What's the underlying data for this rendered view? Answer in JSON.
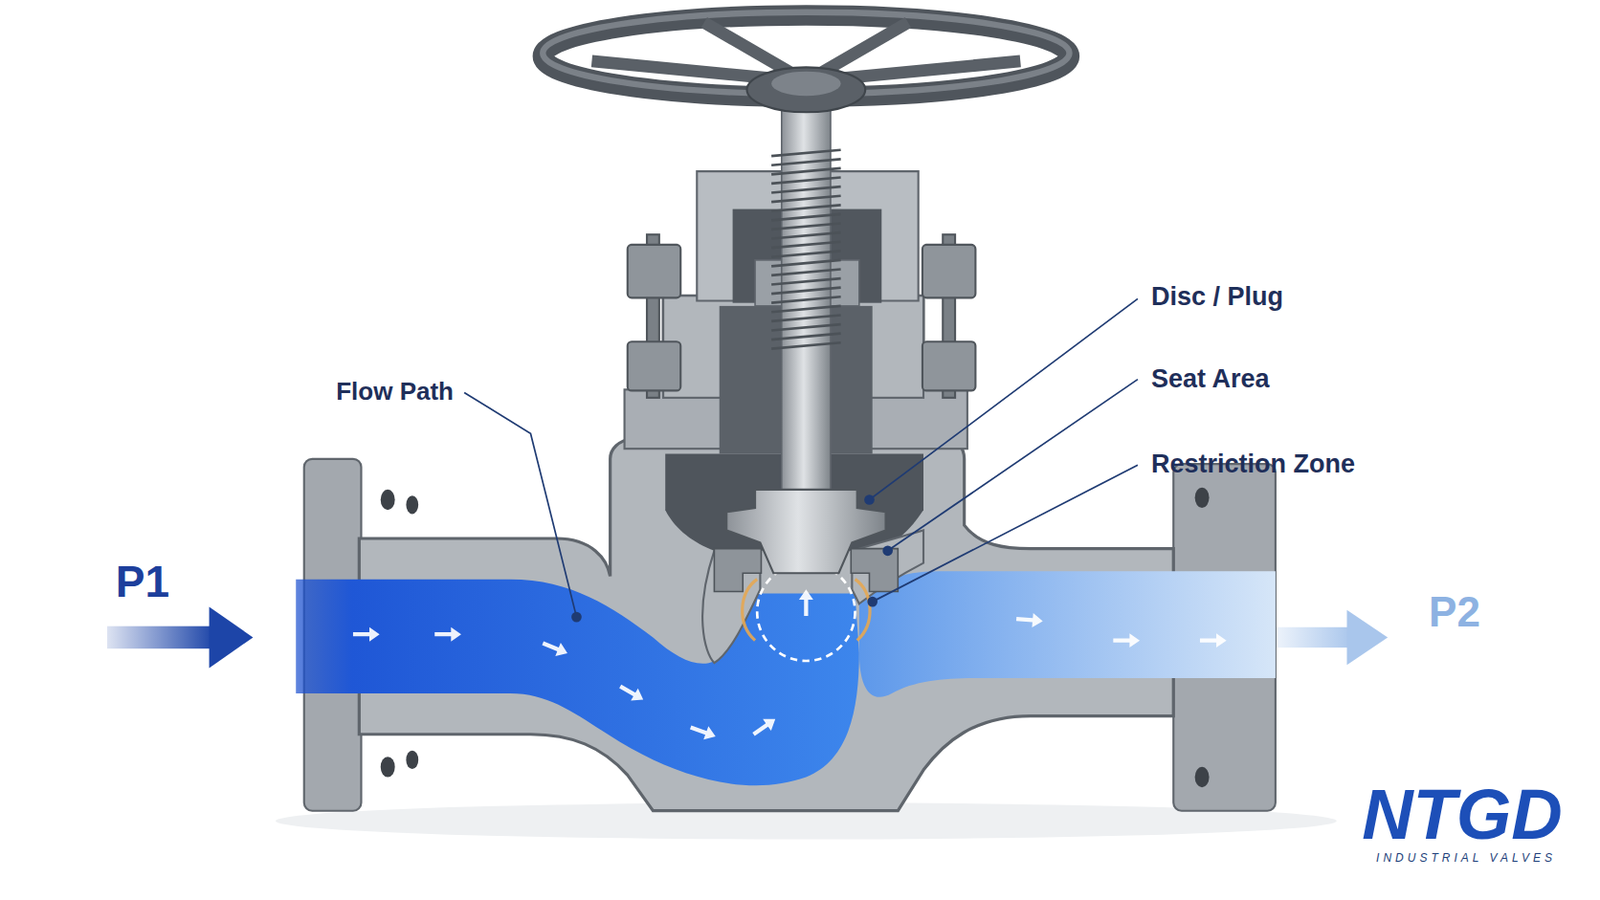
{
  "diagram": {
    "labels": [
      "P1",
      "P2",
      "Flow Path",
      "Disc / Plug",
      "Seat Area",
      "Restriction Zone",
      "NTGD",
      "INDUSTRIAL VALVES"
    ]
  }
}
